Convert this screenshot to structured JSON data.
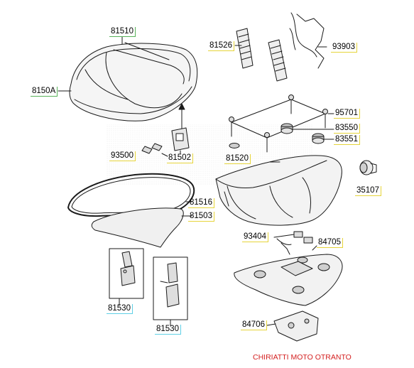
{
  "diagram": {
    "labels": {
      "p81510": "81510",
      "p8150A": "8150A",
      "p81526": "81526",
      "p93903": "93903",
      "p95701": "95701",
      "p83550": "83550",
      "p83551": "83551",
      "p93500": "93500",
      "p81502": "81502",
      "p81520": "81520",
      "p35107": "35107",
      "p81516": "81516",
      "p81503": "81503",
      "p93404": "93404",
      "p84705": "84705",
      "p81530a": "81530",
      "p81530b": "81530",
      "p84706": "84706"
    },
    "credit": "CHIRIATTI MOTO OTRANTO",
    "colors": {
      "line": "#1a1a1a",
      "label_underline_yellow": "#e6d43a",
      "label_underline_green": "#58b25a",
      "label_underline_cyan": "#5fd0e6",
      "credit": "#d42020"
    }
  }
}
